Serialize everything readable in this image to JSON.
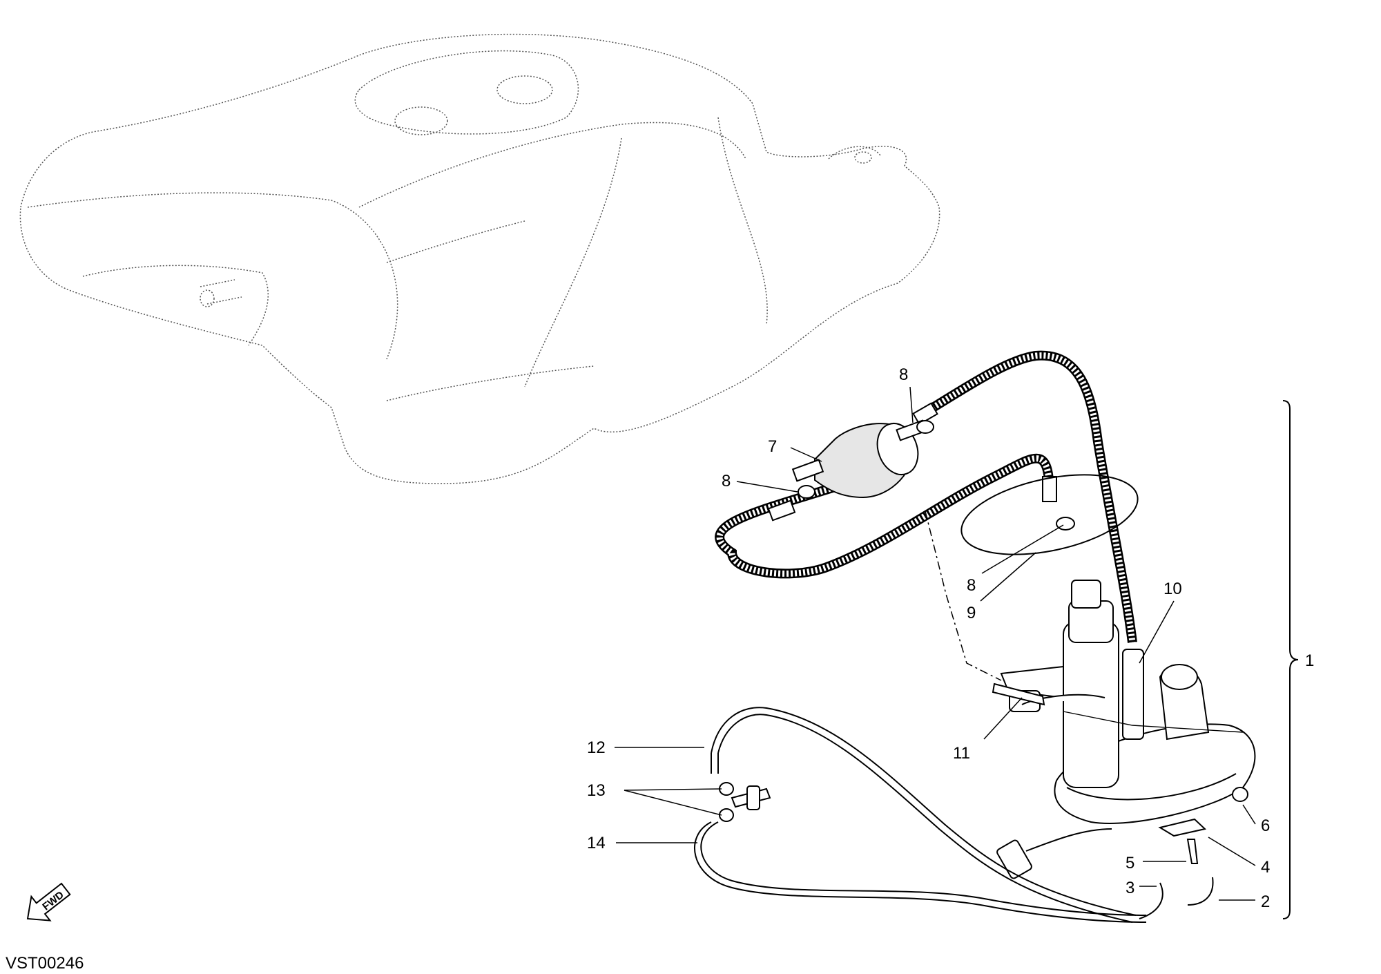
{
  "diagram": {
    "code": "VST00246",
    "fwd_label": "FWD",
    "callouts": {
      "c1": "1",
      "c2": "2",
      "c3": "3",
      "c4": "4",
      "c5": "5",
      "c6": "6",
      "c7": "7",
      "c8a": "8",
      "c8b": "8",
      "c8c": "8",
      "c9": "9",
      "c10": "10",
      "c11": "11",
      "c12": "12",
      "c13": "13",
      "c14": "14"
    }
  }
}
